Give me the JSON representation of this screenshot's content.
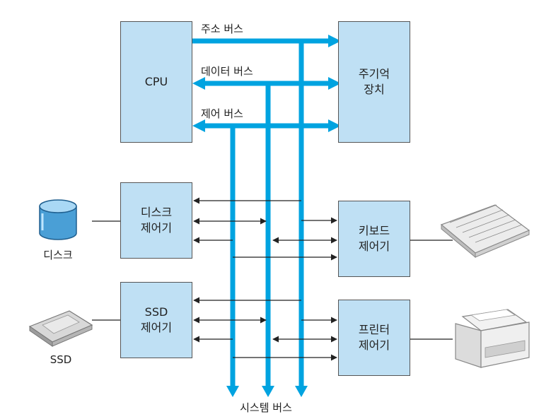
{
  "buses": {
    "address": "주소 버스",
    "data": "데이터 버스",
    "control": "제어 버스",
    "system": "시스템 버스"
  },
  "components": {
    "cpu": "CPU",
    "memory_line1": "주기억",
    "memory_line2": "장치",
    "disk_ctrl_line1": "디스크",
    "disk_ctrl_line2": "제어기",
    "ssd_ctrl_line1": "SSD",
    "ssd_ctrl_line2": "제어기",
    "kbd_ctrl_line1": "키보드",
    "kbd_ctrl_line2": "제어기",
    "printer_ctrl_line1": "프린터",
    "printer_ctrl_line2": "제어기"
  },
  "devices": {
    "disk": "디스크",
    "ssd": "SSD"
  },
  "colors": {
    "bus": "#00a3e0",
    "box_fill": "#bfe0f4",
    "box_border": "#555555",
    "line": "#222222"
  },
  "icons": [
    "disk-icon",
    "ssd-icon",
    "keyboard-icon",
    "printer-icon"
  ]
}
